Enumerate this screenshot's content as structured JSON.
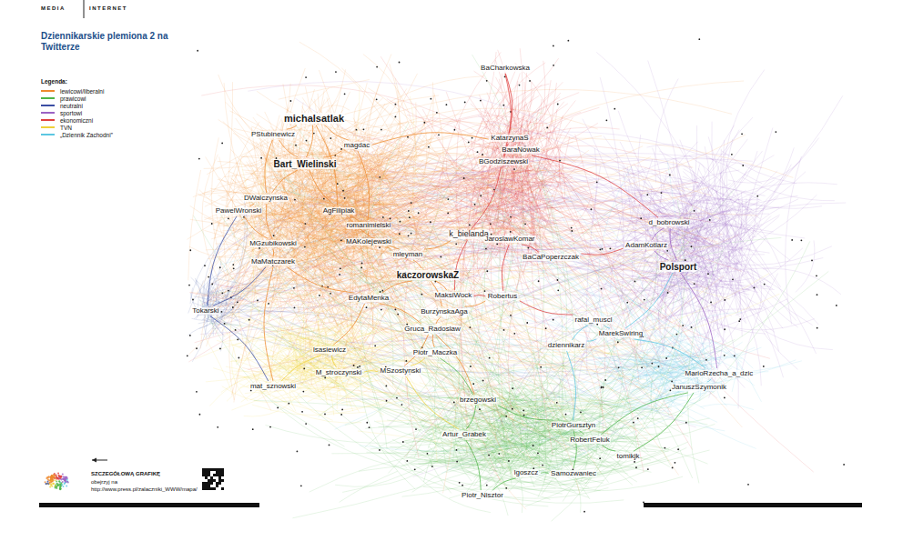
{
  "diagram": {
    "title": "Dziennikarskie plemiona 2 na Twitterze",
    "nodes": [
      {
        "text": [
          "michalsatlak"
        ]
      },
      {
        "text": [
          "PStubinewicz"
        ]
      },
      {
        "text": [
          "magdac"
        ]
      },
      {
        "text": [
          "Bart_Wielinski"
        ]
      },
      {
        "text": [
          "DWalczynska"
        ]
      },
      {
        "text": [
          "PawelWronski"
        ]
      },
      {
        "text": [
          "AgFilipiak"
        ]
      },
      {
        "text": [
          "romanimielski"
        ]
      },
      {
        "text": [
          "MAKolejewski"
        ]
      },
      {
        "text": [
          "mleyman"
        ]
      },
      {
        "text": [
          "MGzubikowski"
        ]
      },
      {
        "text": [
          "MaMatczarek"
        ]
      },
      {
        "text": [
          "kaczorowskaZ"
        ]
      },
      {
        "text": [
          "EdytaMenka"
        ]
      },
      {
        "text": [
          "BurzynskaAga"
        ]
      },
      {
        "text": [
          "Gruca_Radoslaw"
        ]
      },
      {
        "text": [
          "mat_sznowski"
        ]
      },
      {
        "text": [
          "lsasiewicz"
        ]
      },
      {
        "text": [
          "M_stroczynski"
        ]
      },
      {
        "text": [
          "MSzostynski"
        ]
      },
      {
        "text": [
          "BaCharkowska"
        ]
      },
      {
        "text": [
          "KatarzynaS"
        ]
      },
      {
        "text": [
          "BaraNowak"
        ]
      },
      {
        "text": [
          "BGodziszewski"
        ]
      },
      {
        "text": [
          "k_bielanda"
        ]
      },
      {
        "text": [
          "JaroslawKomar"
        ]
      },
      {
        "text": [
          "BaCaPoperzczak"
        ]
      },
      {
        "text": [
          "MaksiWock"
        ]
      },
      {
        "text": [
          "Robertus"
        ]
      },
      {
        "text": [
          "Piotr_Maczka"
        ]
      },
      {
        "text": [
          "rafal_muscl"
        ]
      },
      {
        "text": [
          "MarekSwiring"
        ]
      },
      {
        "text": [
          "dziennikarz"
        ]
      },
      {
        "text": [
          "JanuszSzymonik"
        ]
      },
      {
        "text": [
          "MarioRzecha_a_dzic"
        ]
      },
      {
        "text": [
          "Polsport"
        ]
      },
      {
        "text": [
          "d_bobrowski"
        ]
      },
      {
        "text": [
          "AdamKotlarz"
        ]
      },
      {
        "text": [
          "brzegowski"
        ]
      },
      {
        "text": [
          "PiotrGursztyn"
        ]
      },
      {
        "text": [
          "RobertFeluk"
        ]
      },
      {
        "text": [
          "Samozwaniec"
        ]
      },
      {
        "text": [
          "tomikjk"
        ]
      },
      {
        "text": [
          "Piotr_Nisztor"
        ]
      },
      {
        "text": [
          "Artur_Grabek"
        ]
      },
      {
        "text": [
          "lgoszcz"
        ]
      },
      {
        "text": [
          "Tokarski"
        ]
      }
    ],
    "edges": [
      {
        "from": 0,
        "to": 1,
        "arrow": "none"
      },
      {
        "from": 0,
        "to": 2,
        "arrow": "none"
      },
      {
        "from": 0,
        "to": 3,
        "arrow": "none"
      },
      {
        "from": 1,
        "to": 3,
        "arrow": "none"
      },
      {
        "from": 2,
        "to": 3,
        "arrow": "none"
      },
      {
        "from": 3,
        "to": 4,
        "arrow": "none"
      },
      {
        "from": 4,
        "to": 5,
        "arrow": "none"
      },
      {
        "from": 3,
        "to": 6,
        "arrow": "none"
      },
      {
        "from": 6,
        "to": 7,
        "arrow": "none"
      },
      {
        "from": 7,
        "to": 8,
        "arrow": "none"
      },
      {
        "from": 8,
        "to": 9,
        "arrow": "none"
      },
      {
        "from": 4,
        "to": 10,
        "arrow": "none"
      },
      {
        "from": 10,
        "to": 11,
        "arrow": "none"
      },
      {
        "from": 5,
        "to": 10,
        "arrow": "none"
      },
      {
        "from": 9,
        "to": 12,
        "arrow": "none"
      },
      {
        "from": 12,
        "to": 13,
        "arrow": "none"
      },
      {
        "from": 12,
        "to": 14,
        "arrow": "none"
      },
      {
        "from": 14,
        "to": 15,
        "arrow": "none"
      },
      {
        "from": 13,
        "to": 15,
        "arrow": "none"
      },
      {
        "from": 6,
        "to": 9,
        "arrow": "none"
      },
      {
        "from": 0,
        "to": 6,
        "arrow": "none"
      },
      {
        "from": 11,
        "to": 13,
        "arrow": "none"
      },
      {
        "from": 2,
        "to": 7,
        "arrow": "none"
      },
      {
        "from": 1,
        "to": 4,
        "arrow": "none"
      },
      {
        "from": 16,
        "to": 17,
        "arrow": "none"
      },
      {
        "from": 17,
        "to": 18,
        "arrow": "none"
      },
      {
        "from": 18,
        "to": 19,
        "arrow": "none"
      },
      {
        "from": 19,
        "to": 29,
        "arrow": "none"
      },
      {
        "from": 15,
        "to": 19,
        "arrow": "none"
      },
      {
        "from": 11,
        "to": 16,
        "arrow": "none"
      },
      {
        "from": 13,
        "to": 17,
        "arrow": "none"
      },
      {
        "from": 15,
        "to": 29,
        "arrow": "none"
      },
      {
        "from": 20,
        "to": 21,
        "arrow": "none"
      },
      {
        "from": 21,
        "to": 22,
        "arrow": "none"
      },
      {
        "from": 22,
        "to": 23,
        "arrow": "none"
      },
      {
        "from": 21,
        "to": 23,
        "arrow": "none"
      },
      {
        "from": 23,
        "to": 24,
        "arrow": "none"
      },
      {
        "from": 24,
        "to": 25,
        "arrow": "none"
      },
      {
        "from": 25,
        "to": 26,
        "arrow": "none"
      },
      {
        "from": 24,
        "to": 27,
        "arrow": "none"
      },
      {
        "from": 27,
        "to": 28,
        "arrow": "none"
      },
      {
        "from": 25,
        "to": 28,
        "arrow": "none"
      },
      {
        "from": 20,
        "to": 23,
        "arrow": "none"
      },
      {
        "from": 9,
        "to": 24,
        "arrow": "none"
      },
      {
        "from": 12,
        "to": 27,
        "arrow": "none"
      },
      {
        "from": 14,
        "to": 28,
        "arrow": "none"
      },
      {
        "from": 2,
        "to": 21,
        "arrow": "none"
      },
      {
        "from": 30,
        "to": 31,
        "arrow": "none"
      },
      {
        "from": 31,
        "to": 32,
        "arrow": "none"
      },
      {
        "from": 30,
        "to": 32,
        "arrow": "none"
      },
      {
        "from": 31,
        "to": 34,
        "arrow": "none"
      },
      {
        "from": 33,
        "to": 34,
        "arrow": "none"
      },
      {
        "from": 32,
        "to": 39,
        "arrow": "none"
      },
      {
        "from": 28,
        "to": 30,
        "arrow": "none"
      },
      {
        "from": 35,
        "to": 36,
        "arrow": "none"
      },
      {
        "from": 36,
        "to": 37,
        "arrow": "none"
      },
      {
        "from": 35,
        "to": 37,
        "arrow": "none"
      },
      {
        "from": 26,
        "to": 37,
        "arrow": "none"
      },
      {
        "from": 35,
        "to": 34,
        "arrow": "none"
      },
      {
        "from": 31,
        "to": 35,
        "arrow": "none"
      },
      {
        "from": 22,
        "to": 36,
        "arrow": "none"
      },
      {
        "from": 38,
        "to": 39,
        "arrow": "none"
      },
      {
        "from": 39,
        "to": 40,
        "arrow": "none"
      },
      {
        "from": 40,
        "to": 42,
        "arrow": "none"
      },
      {
        "from": 39,
        "to": 41,
        "arrow": "none"
      },
      {
        "from": 41,
        "to": 45,
        "arrow": "none"
      },
      {
        "from": 43,
        "to": 45,
        "arrow": "none"
      },
      {
        "from": 43,
        "to": 44,
        "arrow": "none"
      },
      {
        "from": 38,
        "to": 44,
        "arrow": "none"
      },
      {
        "from": 38,
        "to": 29,
        "arrow": "none"
      },
      {
        "from": 40,
        "to": 33,
        "arrow": "none"
      },
      {
        "from": 42,
        "to": 33,
        "arrow": "none"
      },
      {
        "from": 15,
        "to": 38,
        "arrow": "none"
      },
      {
        "from": 19,
        "to": 44,
        "arrow": "none"
      },
      {
        "from": 46,
        "to": 5,
        "arrow": "none"
      },
      {
        "from": 46,
        "to": 11,
        "arrow": "none"
      },
      {
        "from": 46,
        "to": 16,
        "arrow": "none"
      }
    ],
    "labels": [
      "MEDIA",
      "INTERNET",
      "Legenda:",
      "SZCZEGÓŁOWĄ GRAFIKĘ",
      "obejrzyj na",
      "http://www.press.pl/zalaczniki_WWW/mapa/"
    ],
    "legend": [
      {
        "text": "lewicowi/liberalni",
        "color": "#ee8a2e"
      },
      {
        "text": "prawicowi",
        "color": "#4fb548"
      },
      {
        "text": "neutralni",
        "color": "#3b4ea3"
      },
      {
        "text": "sportowi",
        "color": "#9b63c4"
      },
      {
        "text": "ekonomiczni",
        "color": "#e0403f"
      },
      {
        "text": "TVN",
        "color": "#efd13a"
      },
      {
        "text": "„Dziennik Zachodni”",
        "color": "#5cc7e2"
      }
    ]
  }
}
